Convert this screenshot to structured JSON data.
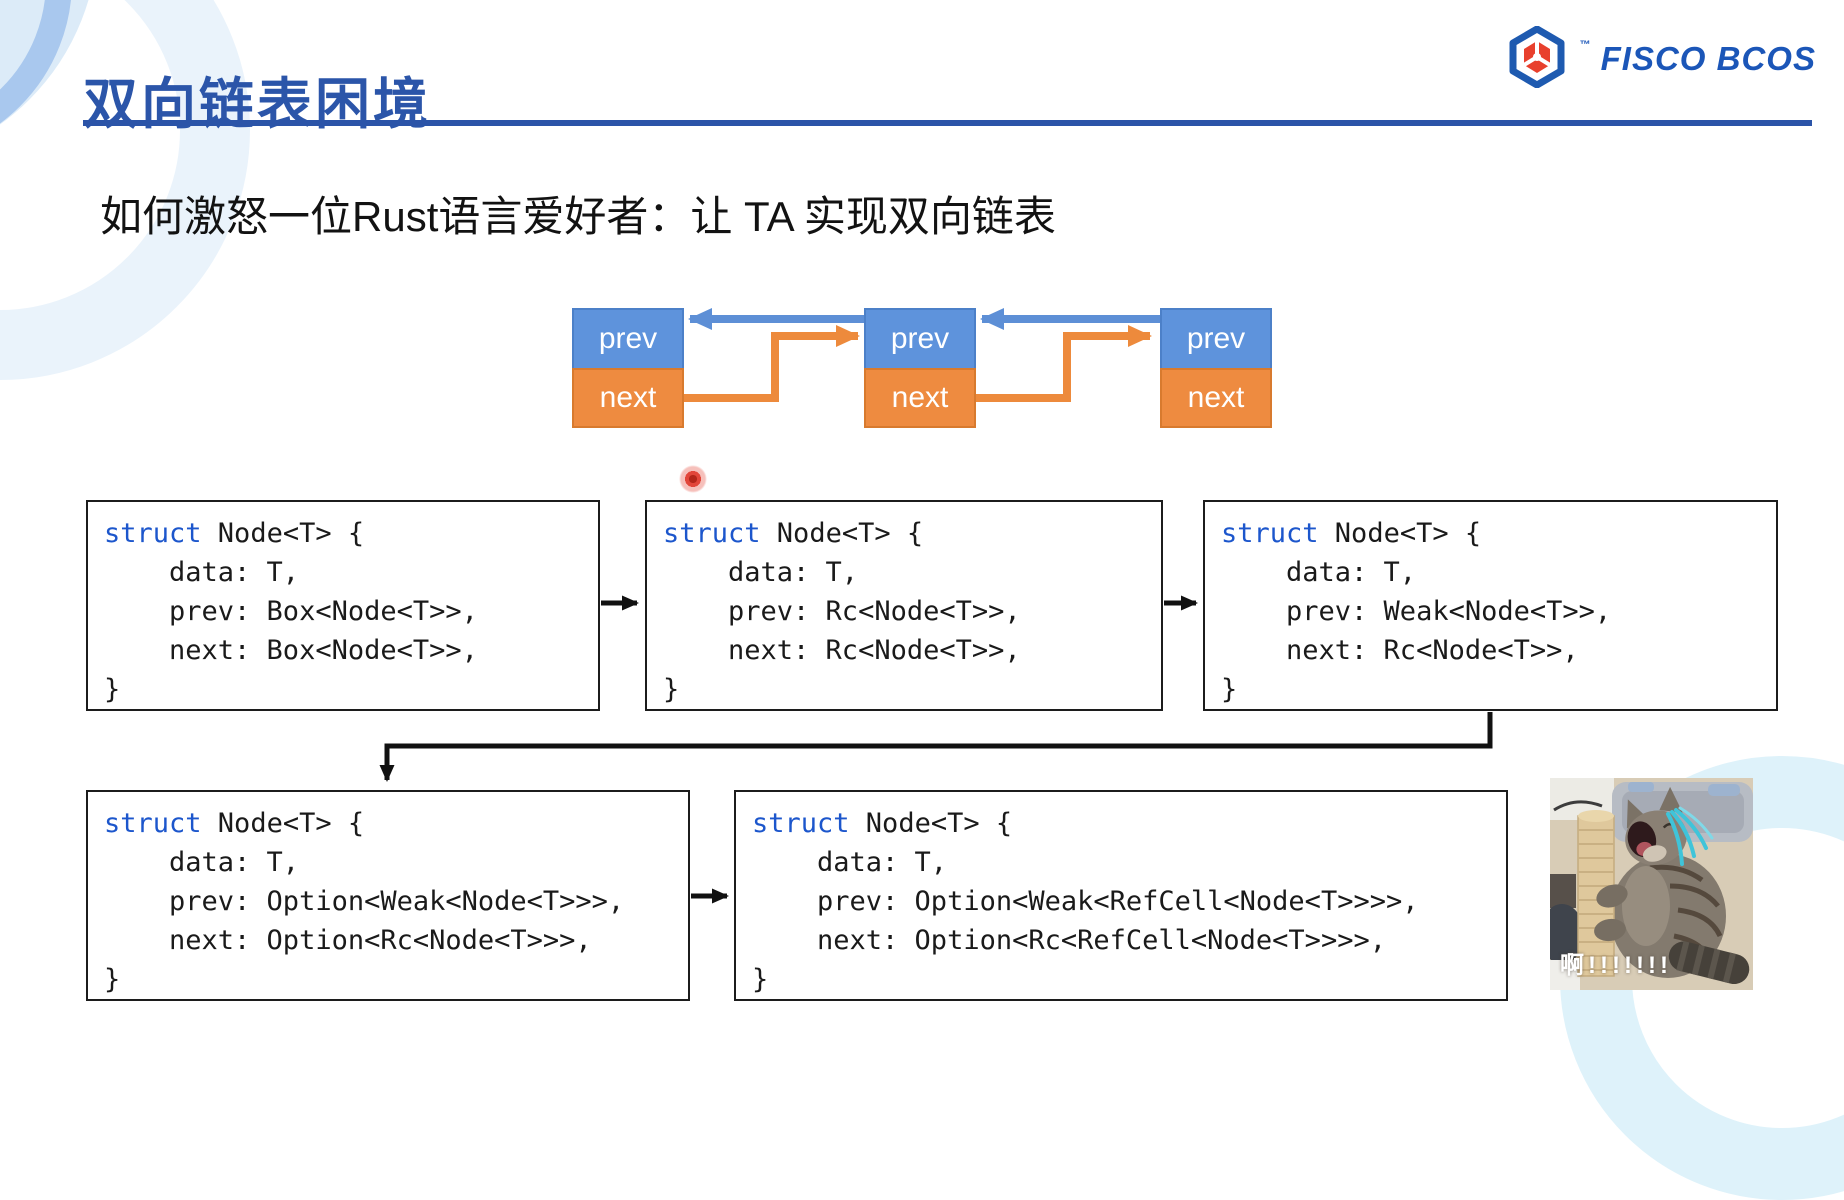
{
  "slide": {
    "title": "双向链表困境",
    "subtitle": "如何激怒一位Rust语言爱好者：让 TA 实现双向链表"
  },
  "logo": {
    "brand": "FISCO BCOS",
    "trademark": "™",
    "icon": "hexagon-cube-icon"
  },
  "diagram": {
    "node_count": 3,
    "prev_label": "prev",
    "next_label": "next"
  },
  "code_boxes": [
    {
      "variant": "Box",
      "lines": [
        "struct Node<T> {",
        "    data: T,",
        "    prev: Box<Node<T>>,",
        "    next: Box<Node<T>>,",
        "}"
      ]
    },
    {
      "variant": "Rc",
      "lines": [
        "struct Node<T> {",
        "    data: T,",
        "    prev: Rc<Node<T>>,",
        "    next: Rc<Node<T>>,",
        "}"
      ]
    },
    {
      "variant": "Weak+Rc",
      "lines": [
        "struct Node<T> {",
        "    data: T,",
        "    prev: Weak<Node<T>>,",
        "    next: Rc<Node<T>>,",
        "}"
      ]
    },
    {
      "variant": "Option<Weak>/Option<Rc>",
      "lines": [
        "struct Node<T> {",
        "    data: T,",
        "    prev: Option<Weak<Node<T>>>,",
        "    next: Option<Rc<Node<T>>>,",
        "}"
      ]
    },
    {
      "variant": "Option<Weak<RefCell>>/Option<Rc<RefCell>>",
      "lines": [
        "struct Node<T> {",
        "    data: T,",
        "    prev: Option<Weak<RefCell<Node<T>>>>,",
        "    next: Option<Rc<RefCell<Node<T>>>>,",
        "}"
      ]
    }
  ],
  "meme": {
    "caption": "啊!!!!!!!"
  },
  "colors": {
    "title_blue": "#2b55a9",
    "underline_blue": "#2b54a8",
    "keyword_blue": "#1c56cc",
    "node_prev_blue": "#5e93dc",
    "node_next_orange": "#ee8b40",
    "arrow_blue": "#5d8fd6",
    "arrow_orange": "#ed8a3c",
    "arrow_black": "#111111",
    "logo_blue": "#1b56b8",
    "logo_red": "#e8402d",
    "laser_red": "#e2463a"
  }
}
